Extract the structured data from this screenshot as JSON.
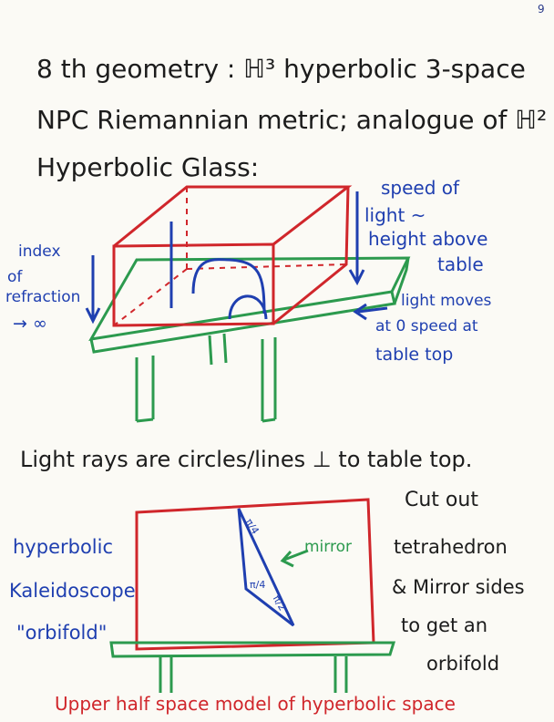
{
  "page_number": "9",
  "heading": {
    "line1": "8 th geometry : ℍ³ hyperbolic 3-space",
    "line2": "NPC Riemannian metric; analogue of ℍ²",
    "line3": "Hyperbolic Glass:"
  },
  "glass_figure": {
    "speed_label": [
      "speed of",
      "light ~",
      "height above",
      "table"
    ],
    "index_label": [
      "index",
      "of",
      "refraction",
      "→ ∞"
    ],
    "table_top_label": [
      "light moves",
      "at 0 speed at",
      "table top"
    ]
  },
  "rays_sentence": "Light rays are circles/lines ⊥ to table top.",
  "kaleidoscope_figure": {
    "left_label": [
      "hyperbolic",
      "Kaleidoscope",
      "\"orbifold\""
    ],
    "mirror_label": "mirror",
    "face_labels": [
      "π/4",
      "π/4",
      "π/2"
    ],
    "right_label": [
      "Cut out",
      "tetrahedron",
      "& Mirror sides",
      "to get an",
      "orbifold"
    ]
  },
  "footer": "Upper half space model of hyperbolic space",
  "colors": {
    "paper": "#fbfaf5",
    "black_ink": "#1c1c1c",
    "blue_ink": "#1f3fb0",
    "red_ink": "#d0262b",
    "green_ink": "#2c9a4e"
  }
}
